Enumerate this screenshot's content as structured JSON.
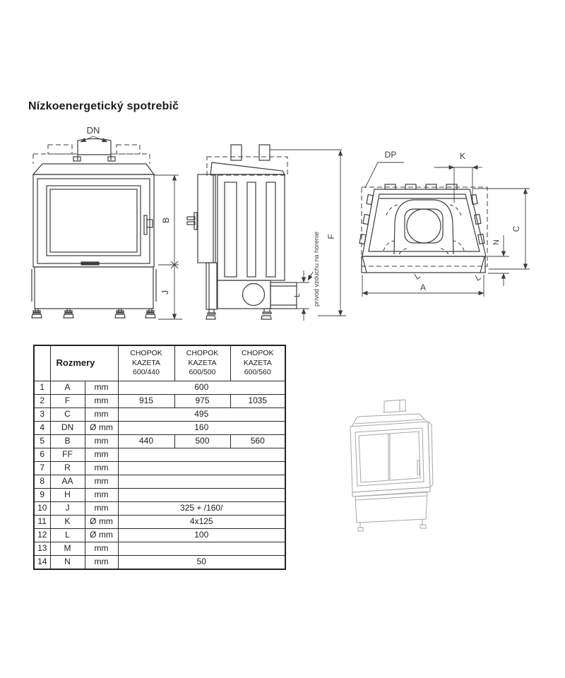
{
  "page": {
    "title": "Nízkoenergetický spotrebič"
  },
  "diagram": {
    "front": {
      "dn": "DN",
      "b": "B",
      "j": "J"
    },
    "side": {
      "f": "F",
      "l": "L",
      "air_note": "prívod vzduchu na horenie"
    },
    "top": {
      "dp": "DP",
      "k": "K",
      "c": "C",
      "n": "N",
      "a": "A"
    }
  },
  "table": {
    "header": {
      "dims_label": "Rozmery",
      "models": [
        "CHOPOK\nKAZETA\n600/440",
        "CHOPOK\nKAZETA\n600/500",
        "CHOPOK\nKAZETA\n600/560"
      ]
    },
    "rows": [
      {
        "num": "1",
        "dim": "A",
        "unit": "mm",
        "value": "600"
      },
      {
        "num": "2",
        "dim": "F",
        "unit": "mm",
        "values": [
          "915",
          "975",
          "1035"
        ]
      },
      {
        "num": "3",
        "dim": "C",
        "unit": "mm",
        "value": "495"
      },
      {
        "num": "4",
        "dim": "DN",
        "unit": "Ø mm",
        "value": "160"
      },
      {
        "num": "5",
        "dim": "B",
        "unit": "mm",
        "values": [
          "440",
          "500",
          "560"
        ]
      },
      {
        "num": "6",
        "dim": "FF",
        "unit": "mm",
        "value": ""
      },
      {
        "num": "7",
        "dim": "R",
        "unit": "mm",
        "value": ""
      },
      {
        "num": "8",
        "dim": "AA",
        "unit": "mm",
        "value": ""
      },
      {
        "num": "9",
        "dim": "H",
        "unit": "mm",
        "value": ""
      },
      {
        "num": "10",
        "dim": "J",
        "unit": "mm",
        "value": "325 + /160/"
      },
      {
        "num": "11",
        "dim": "K",
        "unit": "Ø mm",
        "value": "4x125"
      },
      {
        "num": "12",
        "dim": "L",
        "unit": "Ø mm",
        "value": "100"
      },
      {
        "num": "13",
        "dim": "M",
        "unit": "mm",
        "value": ""
      },
      {
        "num": "14",
        "dim": "N",
        "unit": "mm",
        "value": "50"
      }
    ]
  },
  "colors": {
    "line": "#3d3d3d",
    "sketch": "#a6a6a6",
    "text": "#1c1c1c"
  }
}
